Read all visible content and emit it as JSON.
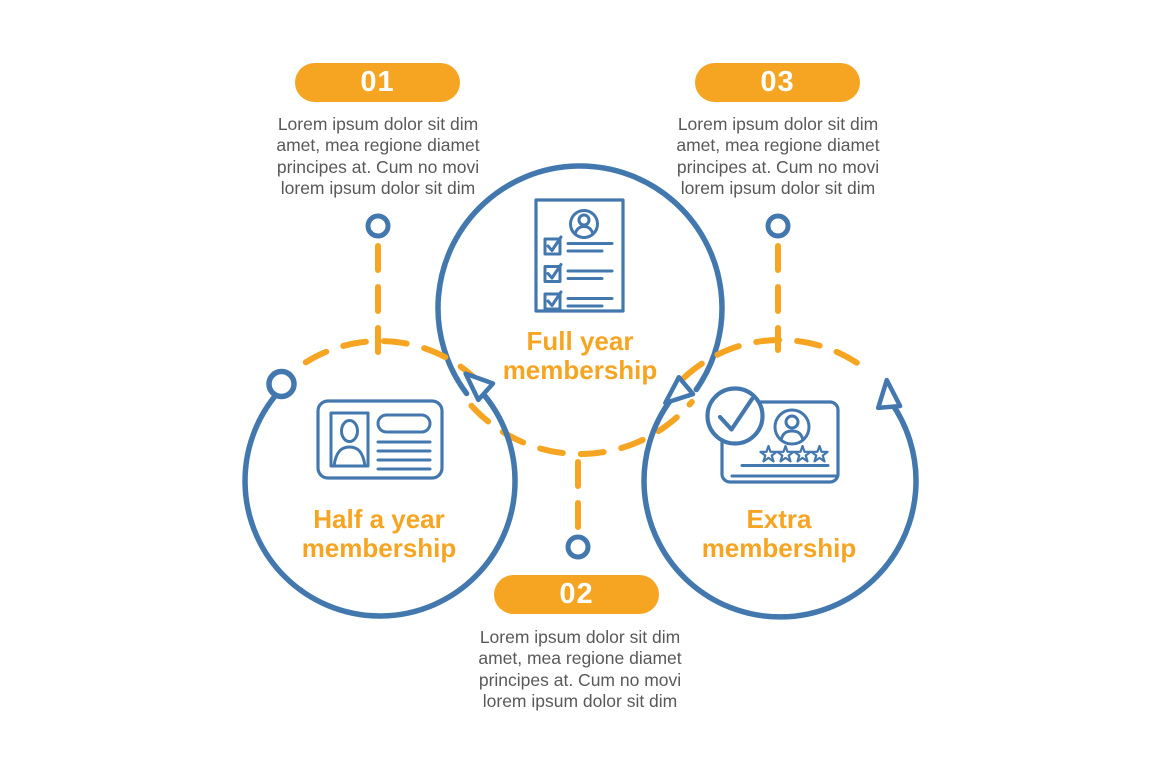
{
  "colors": {
    "orange": "#F6A522",
    "blue": "#4378AF",
    "text_gray": "#59595B",
    "badge_text": "#FFFFFF",
    "background": "#FFFFFF"
  },
  "steps": [
    {
      "badge": "01",
      "description": "Lorem ipsum dolor sit dim\namet, mea regione diamet\nprincipes at. Cum no movi\nlorem ipsum dolor sit dim",
      "label": "Half a year\nmembership",
      "icon": "id-card-icon"
    },
    {
      "badge": "02",
      "description": "Lorem ipsum dolor sit dim\namet, mea regione diamet\nprincipes at. Cum no movi\nlorem ipsum dolor sit dim",
      "label": "Full year\nmembership",
      "icon": "membership-checklist-icon"
    },
    {
      "badge": "03",
      "description": "Lorem ipsum dolor sit dim\namet, mea regione diamet\nprincipes at. Cum no movi\nlorem ipsum dolor sit dim",
      "label": "Extra\nmembership",
      "icon": "premium-card-icon"
    }
  ]
}
